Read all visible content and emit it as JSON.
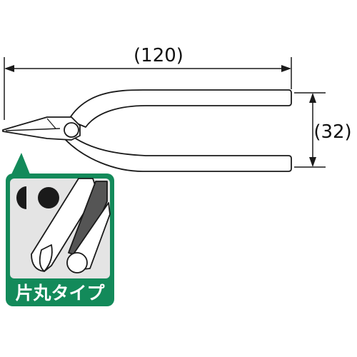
{
  "dimensions": {
    "length_label": "(120)",
    "width_label": "(32)"
  },
  "callout": {
    "caption": "片丸タイプ"
  },
  "colors": {
    "callout_green": "#138a5a",
    "panel_gray": "#e4e4e4",
    "ink": "#1a1a1a",
    "tool_fill": "#ffffff"
  }
}
